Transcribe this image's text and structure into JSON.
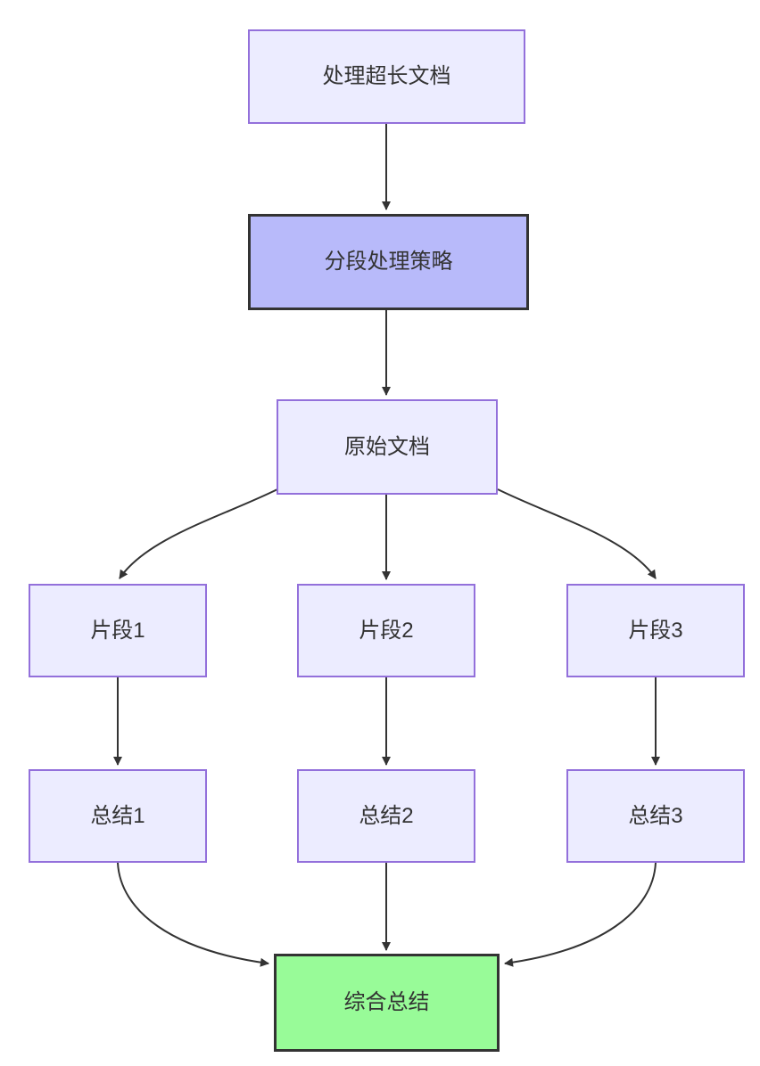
{
  "flowchart": {
    "type": "flowchart",
    "direction": "top-down",
    "nodes": [
      {
        "id": "A",
        "label": "处理超长文档",
        "variant": "default"
      },
      {
        "id": "B",
        "label": "分段处理策略",
        "variant": "accent"
      },
      {
        "id": "C",
        "label": "原始文档",
        "variant": "default"
      },
      {
        "id": "D1",
        "label": "片段1",
        "variant": "default"
      },
      {
        "id": "D2",
        "label": "片段2",
        "variant": "default"
      },
      {
        "id": "D3",
        "label": "片段3",
        "variant": "default"
      },
      {
        "id": "E1",
        "label": "总结1",
        "variant": "default"
      },
      {
        "id": "E2",
        "label": "总结2",
        "variant": "default"
      },
      {
        "id": "E3",
        "label": "总结3",
        "variant": "default"
      },
      {
        "id": "F",
        "label": "综合总结",
        "variant": "success"
      }
    ],
    "edges": [
      {
        "from": "处理超长文档",
        "to": "分段处理策略"
      },
      {
        "from": "分段处理策略",
        "to": "原始文档"
      },
      {
        "from": "原始文档",
        "to": "片段1"
      },
      {
        "from": "原始文档",
        "to": "片段2"
      },
      {
        "from": "原始文档",
        "to": "片段3"
      },
      {
        "from": "片段1",
        "to": "总结1"
      },
      {
        "from": "片段2",
        "to": "总结2"
      },
      {
        "from": "片段3",
        "to": "总结3"
      },
      {
        "from": "总结1",
        "to": "综合总结"
      },
      {
        "from": "总结2",
        "to": "综合总结"
      },
      {
        "from": "总结3",
        "to": "综合总结"
      }
    ],
    "colors": {
      "node_fill": "#ECECFF",
      "node_border": "#9370DB",
      "accent_fill": "#B8BAFA",
      "accent_border": "#333333",
      "success_fill": "#98FB98",
      "success_border": "#333333",
      "edge_stroke": "#333333",
      "text": "#333333",
      "background": "#FFFFFF"
    }
  }
}
